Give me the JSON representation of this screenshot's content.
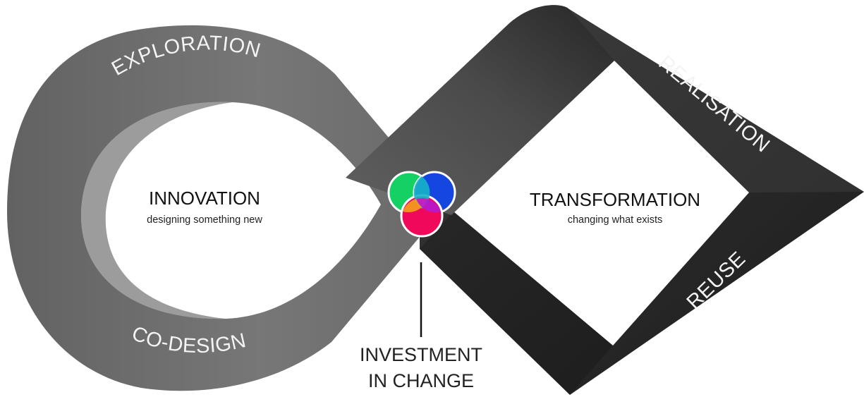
{
  "left_loop": {
    "title": "INNOVATION",
    "subtitle": "designing something new",
    "band_labels": {
      "top": "EXPLORATION",
      "bottom": "CO-DESIGN"
    },
    "color": "#6c6c6c"
  },
  "right_loop": {
    "title": "TRANSFORMATION",
    "subtitle": "changing what exists",
    "band_labels": {
      "top": "REALISATION",
      "bottom": "REUSE"
    },
    "color": "#2e2e2e"
  },
  "center": {
    "circle_colors": [
      "#13d163",
      "#1646e0",
      "#f0085b"
    ],
    "pointer_label_lines": [
      "INVESTMENT",
      "IN CHANGE"
    ]
  }
}
